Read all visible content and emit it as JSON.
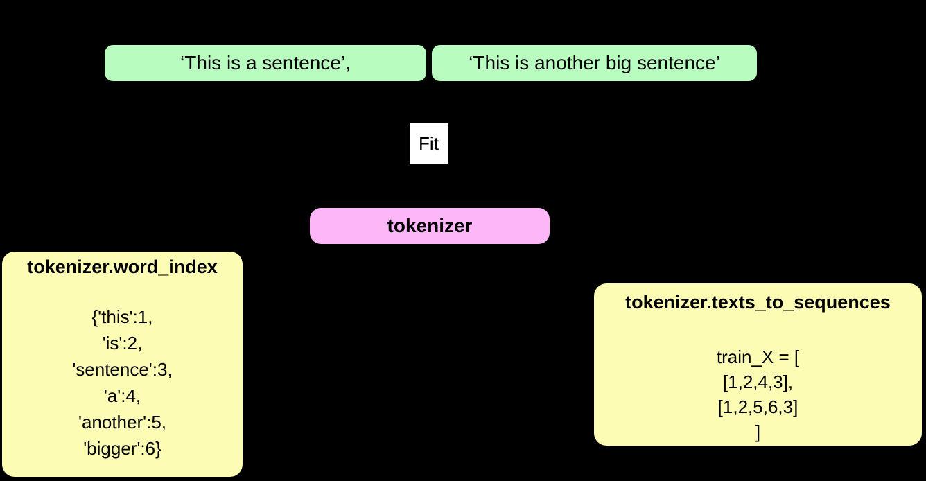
{
  "palette": {
    "background": "#000000",
    "green": "#b9fcbf",
    "pink": "#fdb6f8",
    "yellow": "#fcfcb4",
    "white": "#ffffff",
    "text": "#000000"
  },
  "nodes": {
    "sentence1": {
      "label": "‘This is a sentence’,"
    },
    "sentence2": {
      "label": "‘This is another big sentence’"
    },
    "fit": {
      "label": "Fit"
    },
    "tokenizer": {
      "label": "tokenizer"
    },
    "word_index": {
      "title": "tokenizer.word_index",
      "lines": [
        "{'this':1,",
        "'is':2,",
        "'sentence':3,",
        "'a':4,",
        "'another':5,",
        "'bigger':6}"
      ]
    },
    "texts_to_sequences": {
      "title": "tokenizer.texts_to_sequences",
      "lines": [
        "train_X = [",
        "[1,2,4,3],",
        "[1,2,5,6,3]",
        "]"
      ]
    }
  }
}
